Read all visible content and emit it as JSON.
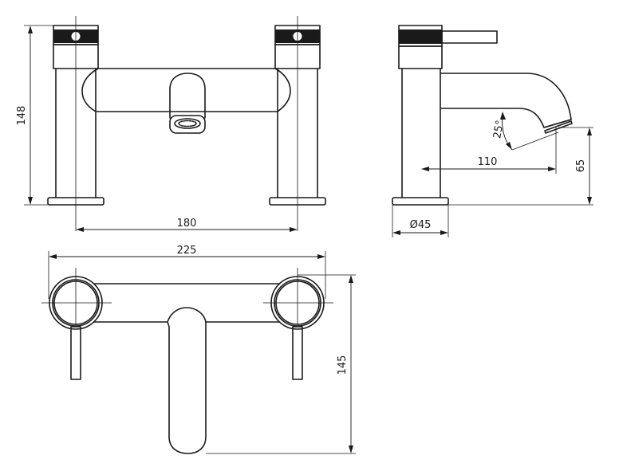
{
  "dimensions": {
    "front_height": "148",
    "front_centres": "180",
    "side_reach": "110",
    "side_spout_height": "65",
    "side_base_diameter": "Ø45",
    "side_angle": "25°",
    "top_width": "225",
    "top_depth": "145"
  }
}
